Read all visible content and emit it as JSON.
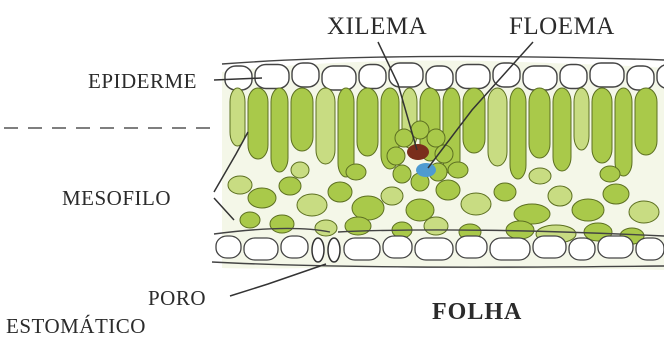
{
  "labels": {
    "xilema": "XILEMA",
    "floema": "FLOEMA",
    "epiderme": "EPIDERME",
    "mesofilo": "MESOFILO",
    "poro_line1": "PORO",
    "poro_line2": "ESTOMÁTICO",
    "title": "FOLHA"
  },
  "colors": {
    "cell_fill": "#a9c94a",
    "cell_fill_light": "#c8dc82",
    "cell_stroke": "#5d7022",
    "epidermis_stroke": "#444444",
    "xylem": "#7a2e1c",
    "phloem": "#4e9bd1",
    "line": "#333333",
    "background": "#ffffff"
  }
}
